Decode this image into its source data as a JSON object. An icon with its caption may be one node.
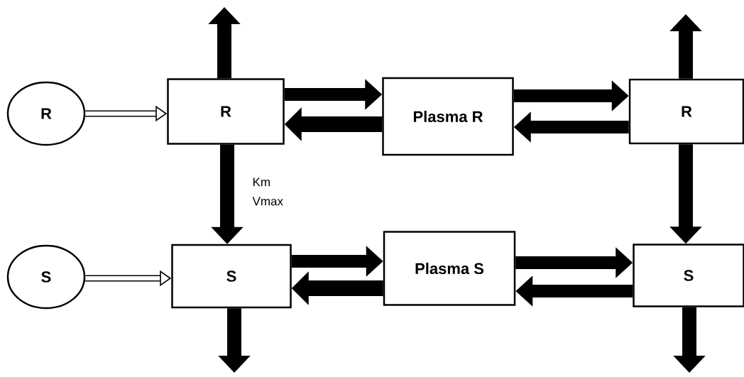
{
  "diagram": {
    "nodes": [
      {
        "text": [
          "R"
        ]
      },
      {
        "text": [
          "R"
        ]
      },
      {
        "text": [
          "Plasma R"
        ]
      },
      {
        "text": [
          "R"
        ]
      },
      {
        "text": [
          "S"
        ]
      },
      {
        "text": [
          "S"
        ]
      },
      {
        "text": [
          "Plasma S"
        ]
      },
      {
        "text": [
          "S"
        ]
      }
    ],
    "edges": [
      {
        "from": 0,
        "to": 1,
        "arrow": "to"
      },
      {
        "from": 1,
        "to": 2,
        "arrow": "to"
      },
      {
        "from": 2,
        "to": 1,
        "arrow": "to"
      },
      {
        "from": 2,
        "to": 3,
        "arrow": "to"
      },
      {
        "from": 3,
        "to": 2,
        "arrow": "to"
      },
      {
        "from": 1,
        "to": null,
        "arrow": "to"
      },
      {
        "from": 1,
        "to": 5,
        "arrow": "to",
        "label": "Km Vmax"
      },
      {
        "from": 3,
        "to": null,
        "arrow": "to"
      },
      {
        "from": 3,
        "to": 7,
        "arrow": "to"
      },
      {
        "from": 4,
        "to": 5,
        "arrow": "to"
      },
      {
        "from": 5,
        "to": 6,
        "arrow": "to"
      },
      {
        "from": 6,
        "to": 5,
        "arrow": "to"
      },
      {
        "from": 6,
        "to": 7,
        "arrow": "to"
      },
      {
        "from": 7,
        "to": 6,
        "arrow": "to"
      },
      {
        "from": 5,
        "to": null,
        "arrow": "to"
      },
      {
        "from": 7,
        "to": null,
        "arrow": "to"
      }
    ]
  }
}
